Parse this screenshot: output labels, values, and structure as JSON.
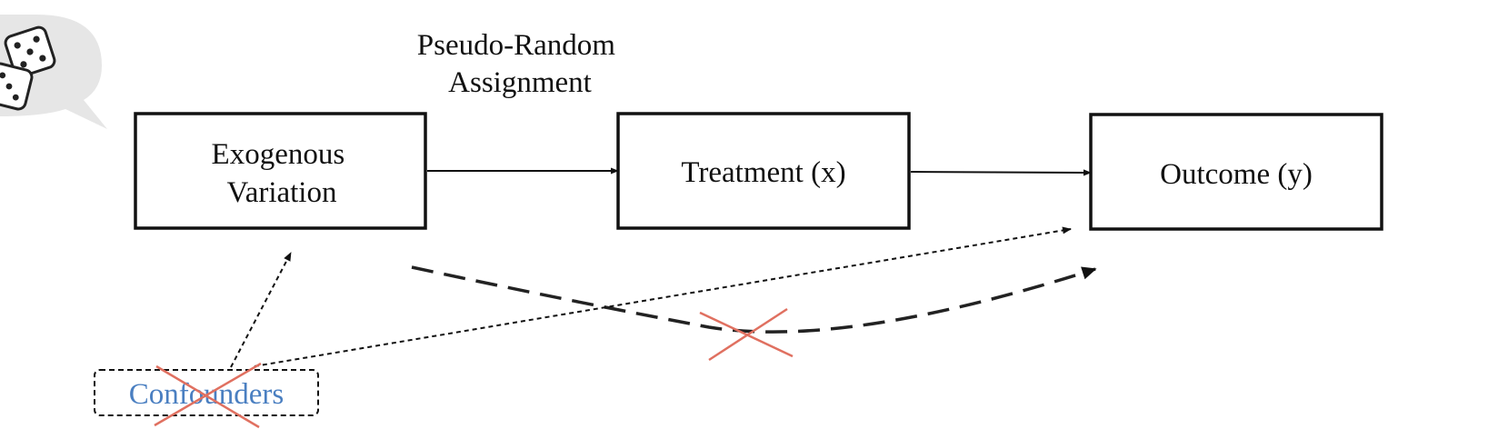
{
  "annotation": {
    "lines": [
      "Pseudo-Random",
      "Assignment"
    ]
  },
  "nodes": {
    "exogenous": {
      "lines": [
        "Exogenous",
        "Variation"
      ]
    },
    "treatment": {
      "label": "Treatment (x)"
    },
    "outcome": {
      "label": "Outcome (y)"
    },
    "confounders": {
      "label": "Confounders",
      "status": "crossed-out"
    }
  },
  "edges": [
    {
      "from": "exogenous",
      "to": "treatment",
      "style": "solid"
    },
    {
      "from": "treatment",
      "to": "outcome",
      "style": "solid"
    },
    {
      "from": "confounders",
      "to": "exogenous",
      "style": "dotted"
    },
    {
      "from": "confounders",
      "to": "outcome",
      "style": "dotted"
    },
    {
      "from": "exogenous",
      "to": "outcome",
      "style": "dashed",
      "status": "crossed-out"
    }
  ],
  "icons": {
    "dice": "dice-icon",
    "speech_bubble": "speech-bubble-icon",
    "cross_mark": "cross-mark-icon"
  },
  "colors": {
    "stroke": "#111111",
    "confounder_text": "#4a7fc1",
    "cross": "#e07060",
    "bubble": "#e6e6e6"
  }
}
